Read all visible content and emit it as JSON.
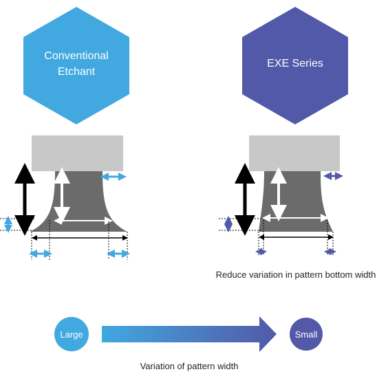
{
  "colors": {
    "conventional": "#41a8e0",
    "exe": "#5259a8",
    "mask": "#c8c8c8",
    "pattern": "#6b6b6b",
    "black_arrow": "#000000",
    "white_arrow": "#ffffff",
    "blue_arrow": "#41a8e0",
    "purple_arrow": "#5259a8"
  },
  "left_panel": {
    "hex_label_line1": "Conventional",
    "hex_label_line2": "Etchant"
  },
  "right_panel": {
    "hex_label": "EXE Series",
    "caption": "Reduce variation in pattern bottom width"
  },
  "bottom": {
    "large_label": "Large",
    "small_label": "Small",
    "axis_label": "Variation of pattern width"
  }
}
